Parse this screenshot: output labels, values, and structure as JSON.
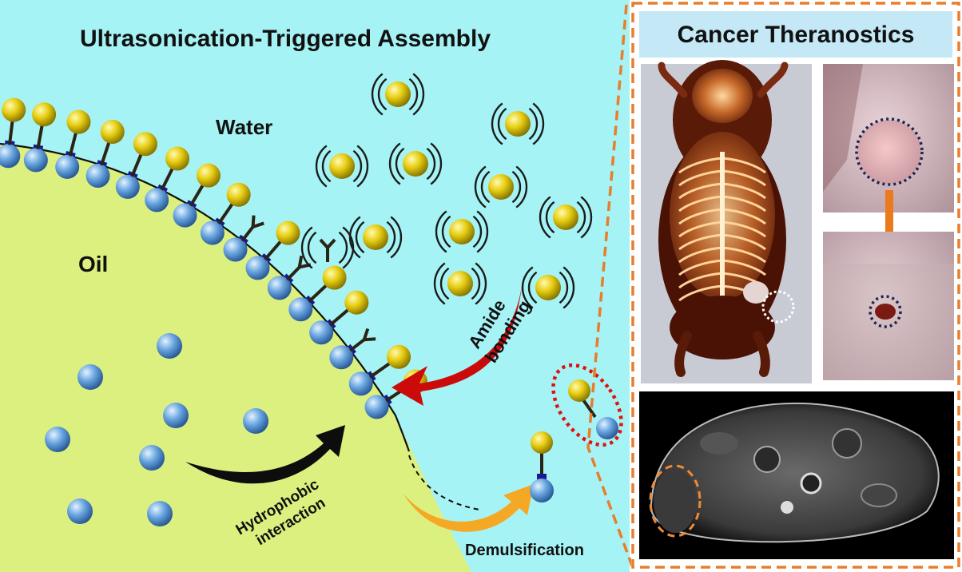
{
  "left_panel": {
    "title": "Ultrasonication-Triggered Assembly",
    "phase_water": "Water",
    "phase_oil": "Oil",
    "arrow_amide": [
      "Amide",
      "bonding"
    ],
    "arrow_hydrophobic": [
      "Hydrophobic",
      "interaction"
    ],
    "arrow_demulsification": "Demulsification"
  },
  "right_panel": {
    "title": "Cancer Theranostics"
  },
  "colors": {
    "water": "#a6f3f5",
    "oil": "#dcf07f",
    "gold_particle": "#e0c800",
    "blue_particle": "#6aa6e0",
    "amide_arrow": "#cc0a0a",
    "hydrophobic_arrow": "#0d0d0d",
    "demulsification_arrow": "#f4a824",
    "dashed_border": "#e87d2c",
    "title_bar": "#c4e8f6"
  },
  "icons": [
    "gold-nanoparticle-icon",
    "blue-nanoparticle-icon",
    "linker-icon",
    "ultrasound-wave-icon",
    "mouse-ct-image",
    "tumor-photo-image",
    "mri-slice-image"
  ]
}
